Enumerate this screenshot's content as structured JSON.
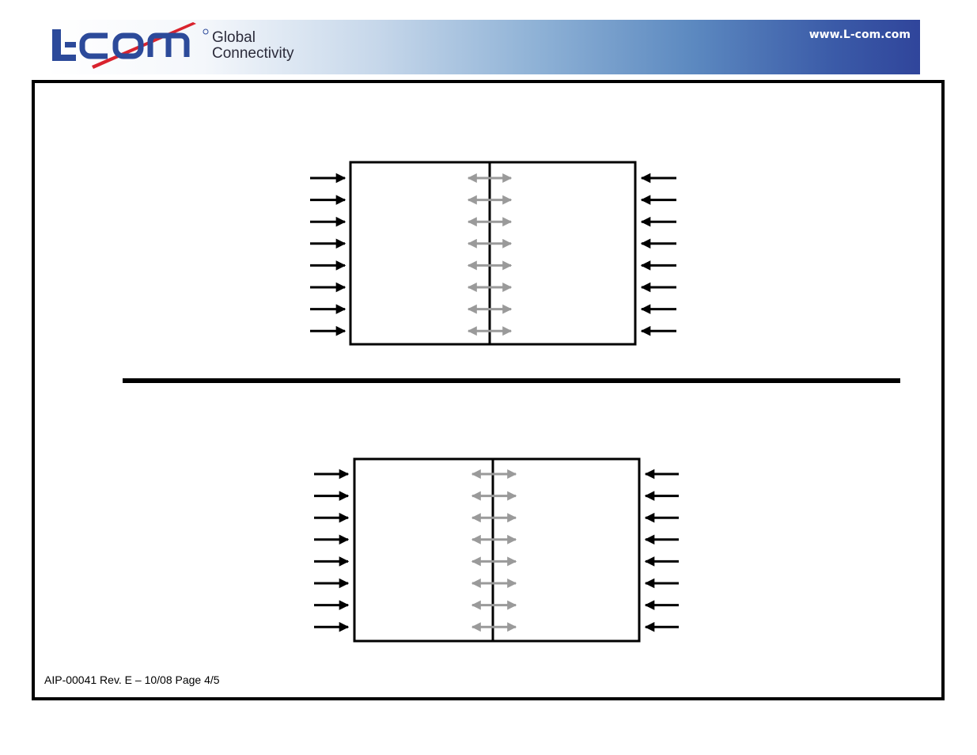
{
  "header": {
    "brand": "L-com",
    "tagline_line1": "Global",
    "tagline_line2": "Connectivity",
    "url": "www.L-com.com",
    "colors": {
      "brand_blue": "#2c4a9a",
      "accent_red": "#d9232e"
    }
  },
  "diagrams": [
    {
      "name": "upper-panel",
      "rows": 8,
      "left_arrows": "right-pointing",
      "right_arrows": "left-pointing",
      "center_arrows": "double-headed"
    },
    {
      "name": "lower-panel",
      "rows": 8,
      "left_arrows": "right-pointing",
      "right_arrows": "left-pointing",
      "center_arrows": "double-headed"
    }
  ],
  "colors": {
    "stroke": "#000000",
    "center_arrow": "#9a9a9a"
  },
  "footer": {
    "doc_info": "AIP-00041 Rev. E – 10/08 Page 4/5"
  }
}
